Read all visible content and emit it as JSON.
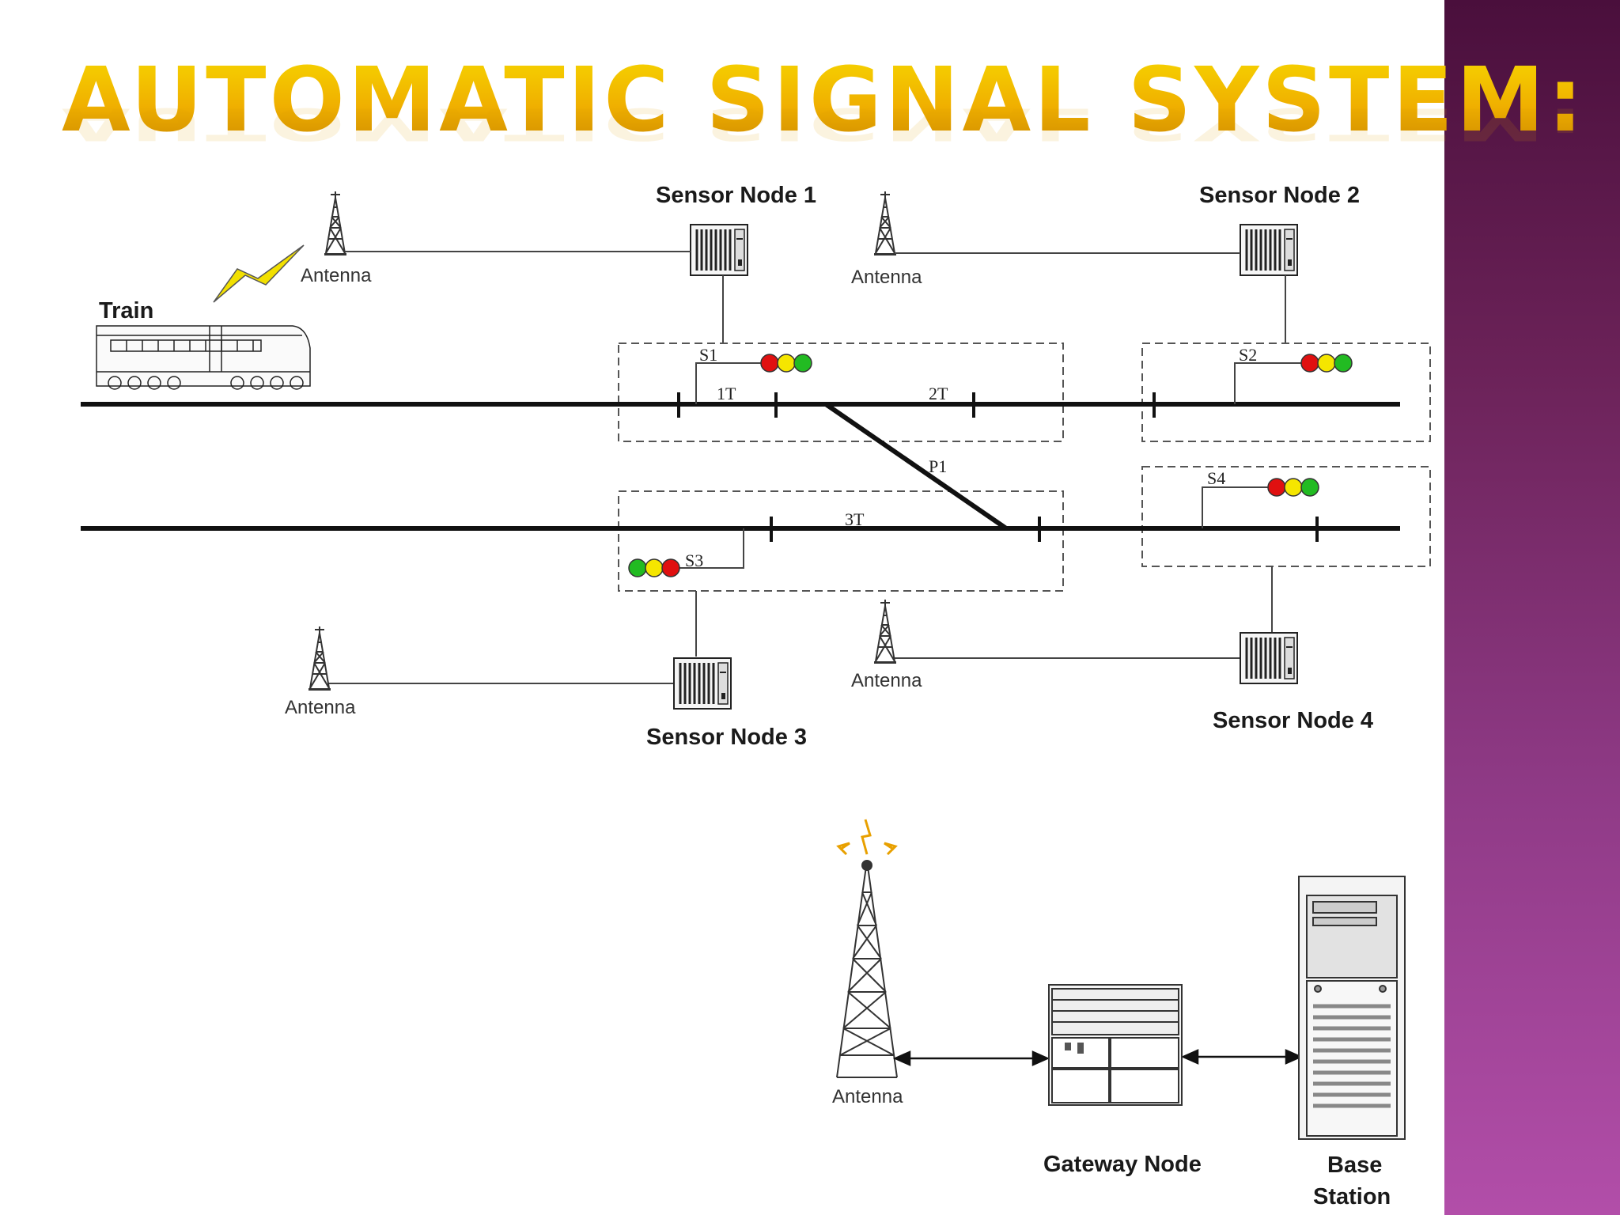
{
  "slide": {
    "title": "Automatic Signal System:",
    "colors": {
      "title_gold": "#f0b000",
      "side_band": "#8f3a86",
      "signal_red": "#e01010",
      "signal_yellow": "#f5e600",
      "signal_green": "#22bb22"
    }
  },
  "diagram": {
    "train_label": "Train",
    "sensor_nodes": [
      "Sensor Node 1",
      "Sensor Node 2",
      "Sensor Node 3",
      "Sensor Node 4"
    ],
    "antenna_label": "Antenna",
    "signals": [
      "S1",
      "S2",
      "S3",
      "S4"
    ],
    "track_sections": [
      "1T",
      "2T",
      "3T"
    ],
    "switch_point": "P1",
    "gateway_label": "Gateway Node",
    "base_station_label": [
      "Base",
      "Station"
    ],
    "icons": [
      "train-icon",
      "lightning-icon",
      "antenna-icon",
      "sensor-node-icon",
      "traffic-signal-icon",
      "tower-icon",
      "gateway-node-icon",
      "server-icon"
    ]
  }
}
